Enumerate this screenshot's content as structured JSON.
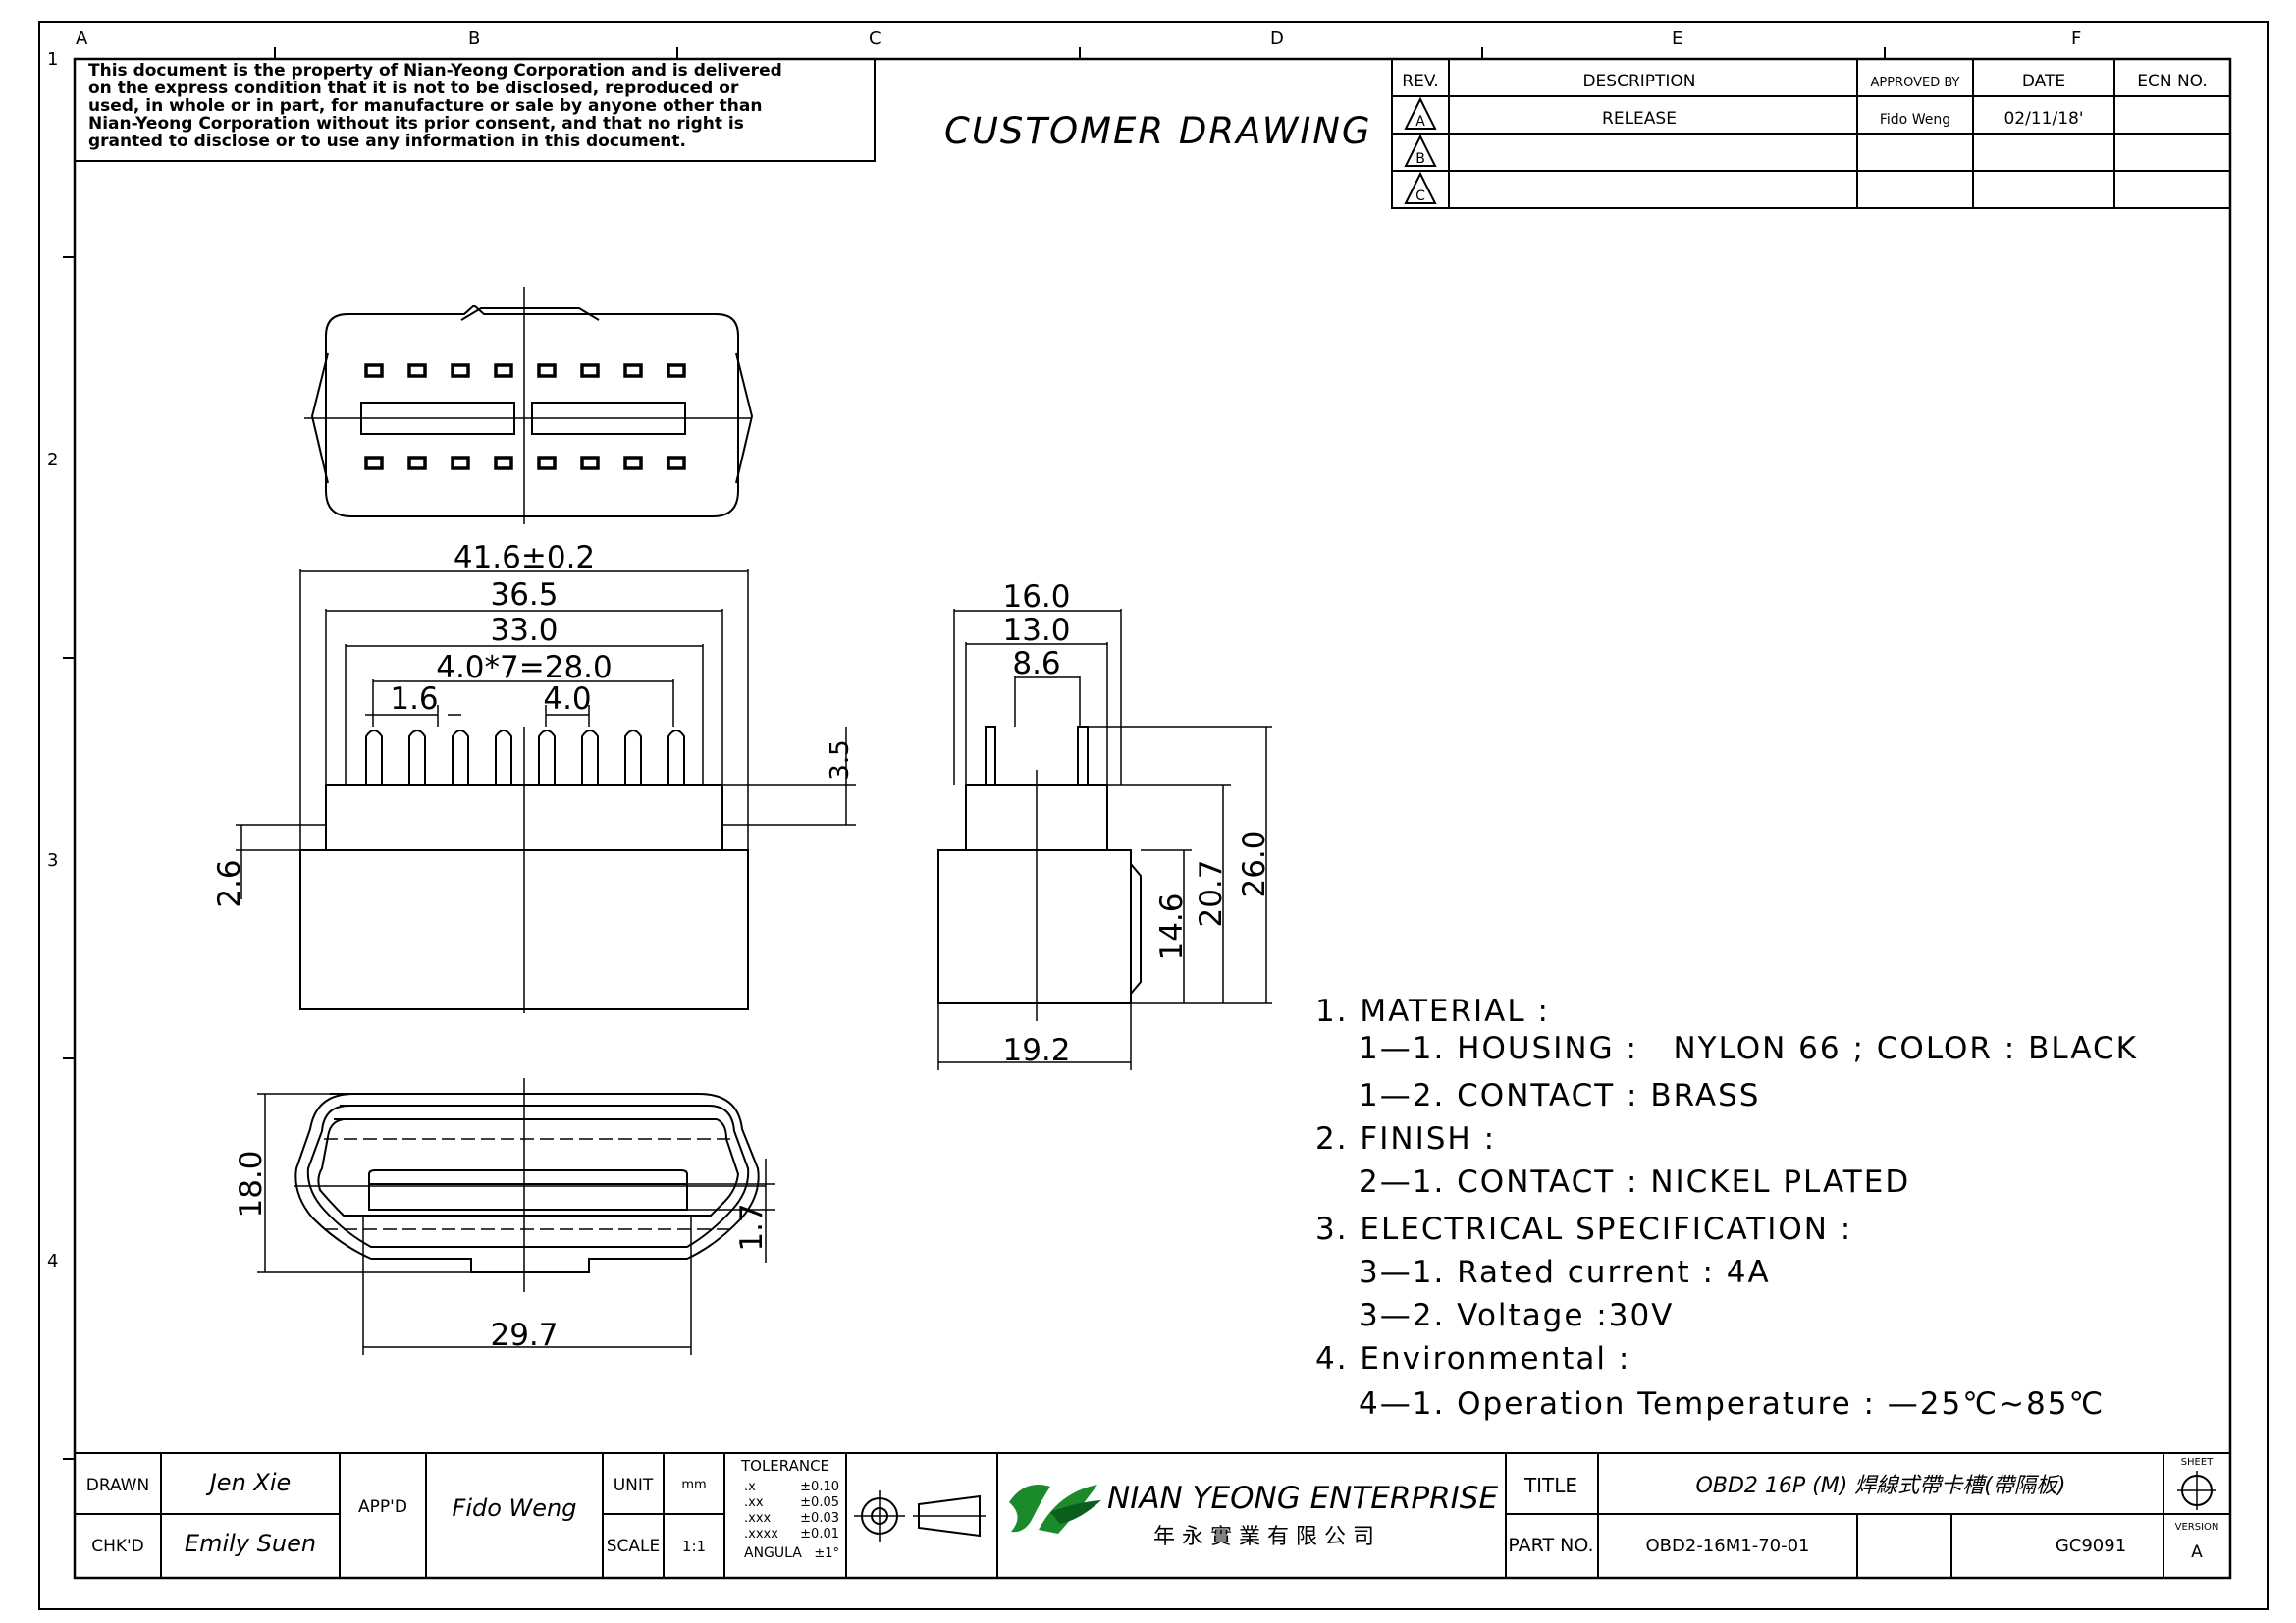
{
  "disclaimer": {
    "lines": [
      "This document is the property of Nian-Yeong Corporation and is delivered",
      "on  the  express condition that it is not to be disclosed, reproduced or",
      "used, in whole or in part, for manufacture or sale by anyone other than",
      "Nian-Yeong Corporation without  its prior consent, and that  no right  is",
      "granted to disclose or to use any information in this  document."
    ]
  },
  "heading": "CUSTOMER  DRAWING",
  "border": {
    "columns": [
      "A",
      "B",
      "C",
      "D",
      "E",
      "F"
    ],
    "rows": [
      "1",
      "2",
      "3",
      "4"
    ]
  },
  "revision_table": {
    "headers": [
      "REV.",
      "DESCRIPTION",
      "APPROVED BY",
      "DATE",
      "ECN NO."
    ],
    "rows": [
      {
        "rev": "A",
        "description": "RELEASE",
        "approved_by": "Fido Weng",
        "date": "02/11/18'",
        "ecn": ""
      },
      {
        "rev": "B",
        "description": "",
        "approved_by": "",
        "date": "",
        "ecn": ""
      },
      {
        "rev": "C",
        "description": "",
        "approved_by": "",
        "date": "",
        "ecn": ""
      }
    ]
  },
  "dimensions": {
    "front_width_overall": "41.6±0.2",
    "front_width_2": "36.5",
    "front_width_3": "33.0",
    "pin_span": "4.0*7=28.0",
    "pin_width": "1.6",
    "pin_pitch": "4.0",
    "pin_height": "3.5",
    "step_height": "2.6",
    "side_width_1": "16.0",
    "side_width_2": "13.0",
    "side_width_3": "8.6",
    "side_height_1": "14.6",
    "side_height_2": "20.7",
    "side_height_3": "26.0",
    "side_base": "19.2",
    "bottom_height": "18.0",
    "bottom_slot": "1.7",
    "bottom_width": "29.7"
  },
  "notes": [
    "1. MATERIAL :",
    "1—1. HOUSING :   NYLON 66 ; COLOR : BLACK",
    "1—2. CONTACT : BRASS",
    "2. FINISH :",
    "2—1. CONTACT : NICKEL PLATED",
    "3. ELECTRICAL SPECIFICATION :",
    "3—1. Rated current : 4A",
    "3—2. Voltage :30V",
    "4. Environmental :",
    "4—1. Operation Temperature : —25℃~85℃"
  ],
  "title_block": {
    "drawn_label": "DRAWN",
    "drawn_by": "Jen Xie",
    "checked_label": "CHK'D",
    "checked_by": "Emily Suen",
    "approved_label": "APP'D",
    "approved_by": "Fido Weng",
    "unit_label": "UNIT",
    "unit_value": "mm",
    "scale_label": "SCALE",
    "scale_value": "1:1",
    "tolerance_label": "TOLERANCE",
    "tolerances": [
      {
        "k": ".x",
        "v": "±0.10"
      },
      {
        "k": ".xx",
        "v": "±0.05"
      },
      {
        "k": ".xxx",
        "v": "±0.03"
      },
      {
        "k": ".xxxx",
        "v": "±0.01"
      },
      {
        "k": "ANGULA",
        "v": "±1°"
      }
    ],
    "company_en": "NIAN YEONG ENTERPRISE",
    "company_zh": "年 永 實 業 有 限 公 司",
    "title_label": "TITLE",
    "title_value": "OBD2  16P  (M)  焊線式帶卡槽(帶隔板)",
    "part_label": "PART NO.",
    "part_value": "OBD2-16M1-70-01",
    "code_value": "GC9091",
    "sheet_label": "SHEET",
    "version_label": "VERSION",
    "version_value": "A"
  }
}
